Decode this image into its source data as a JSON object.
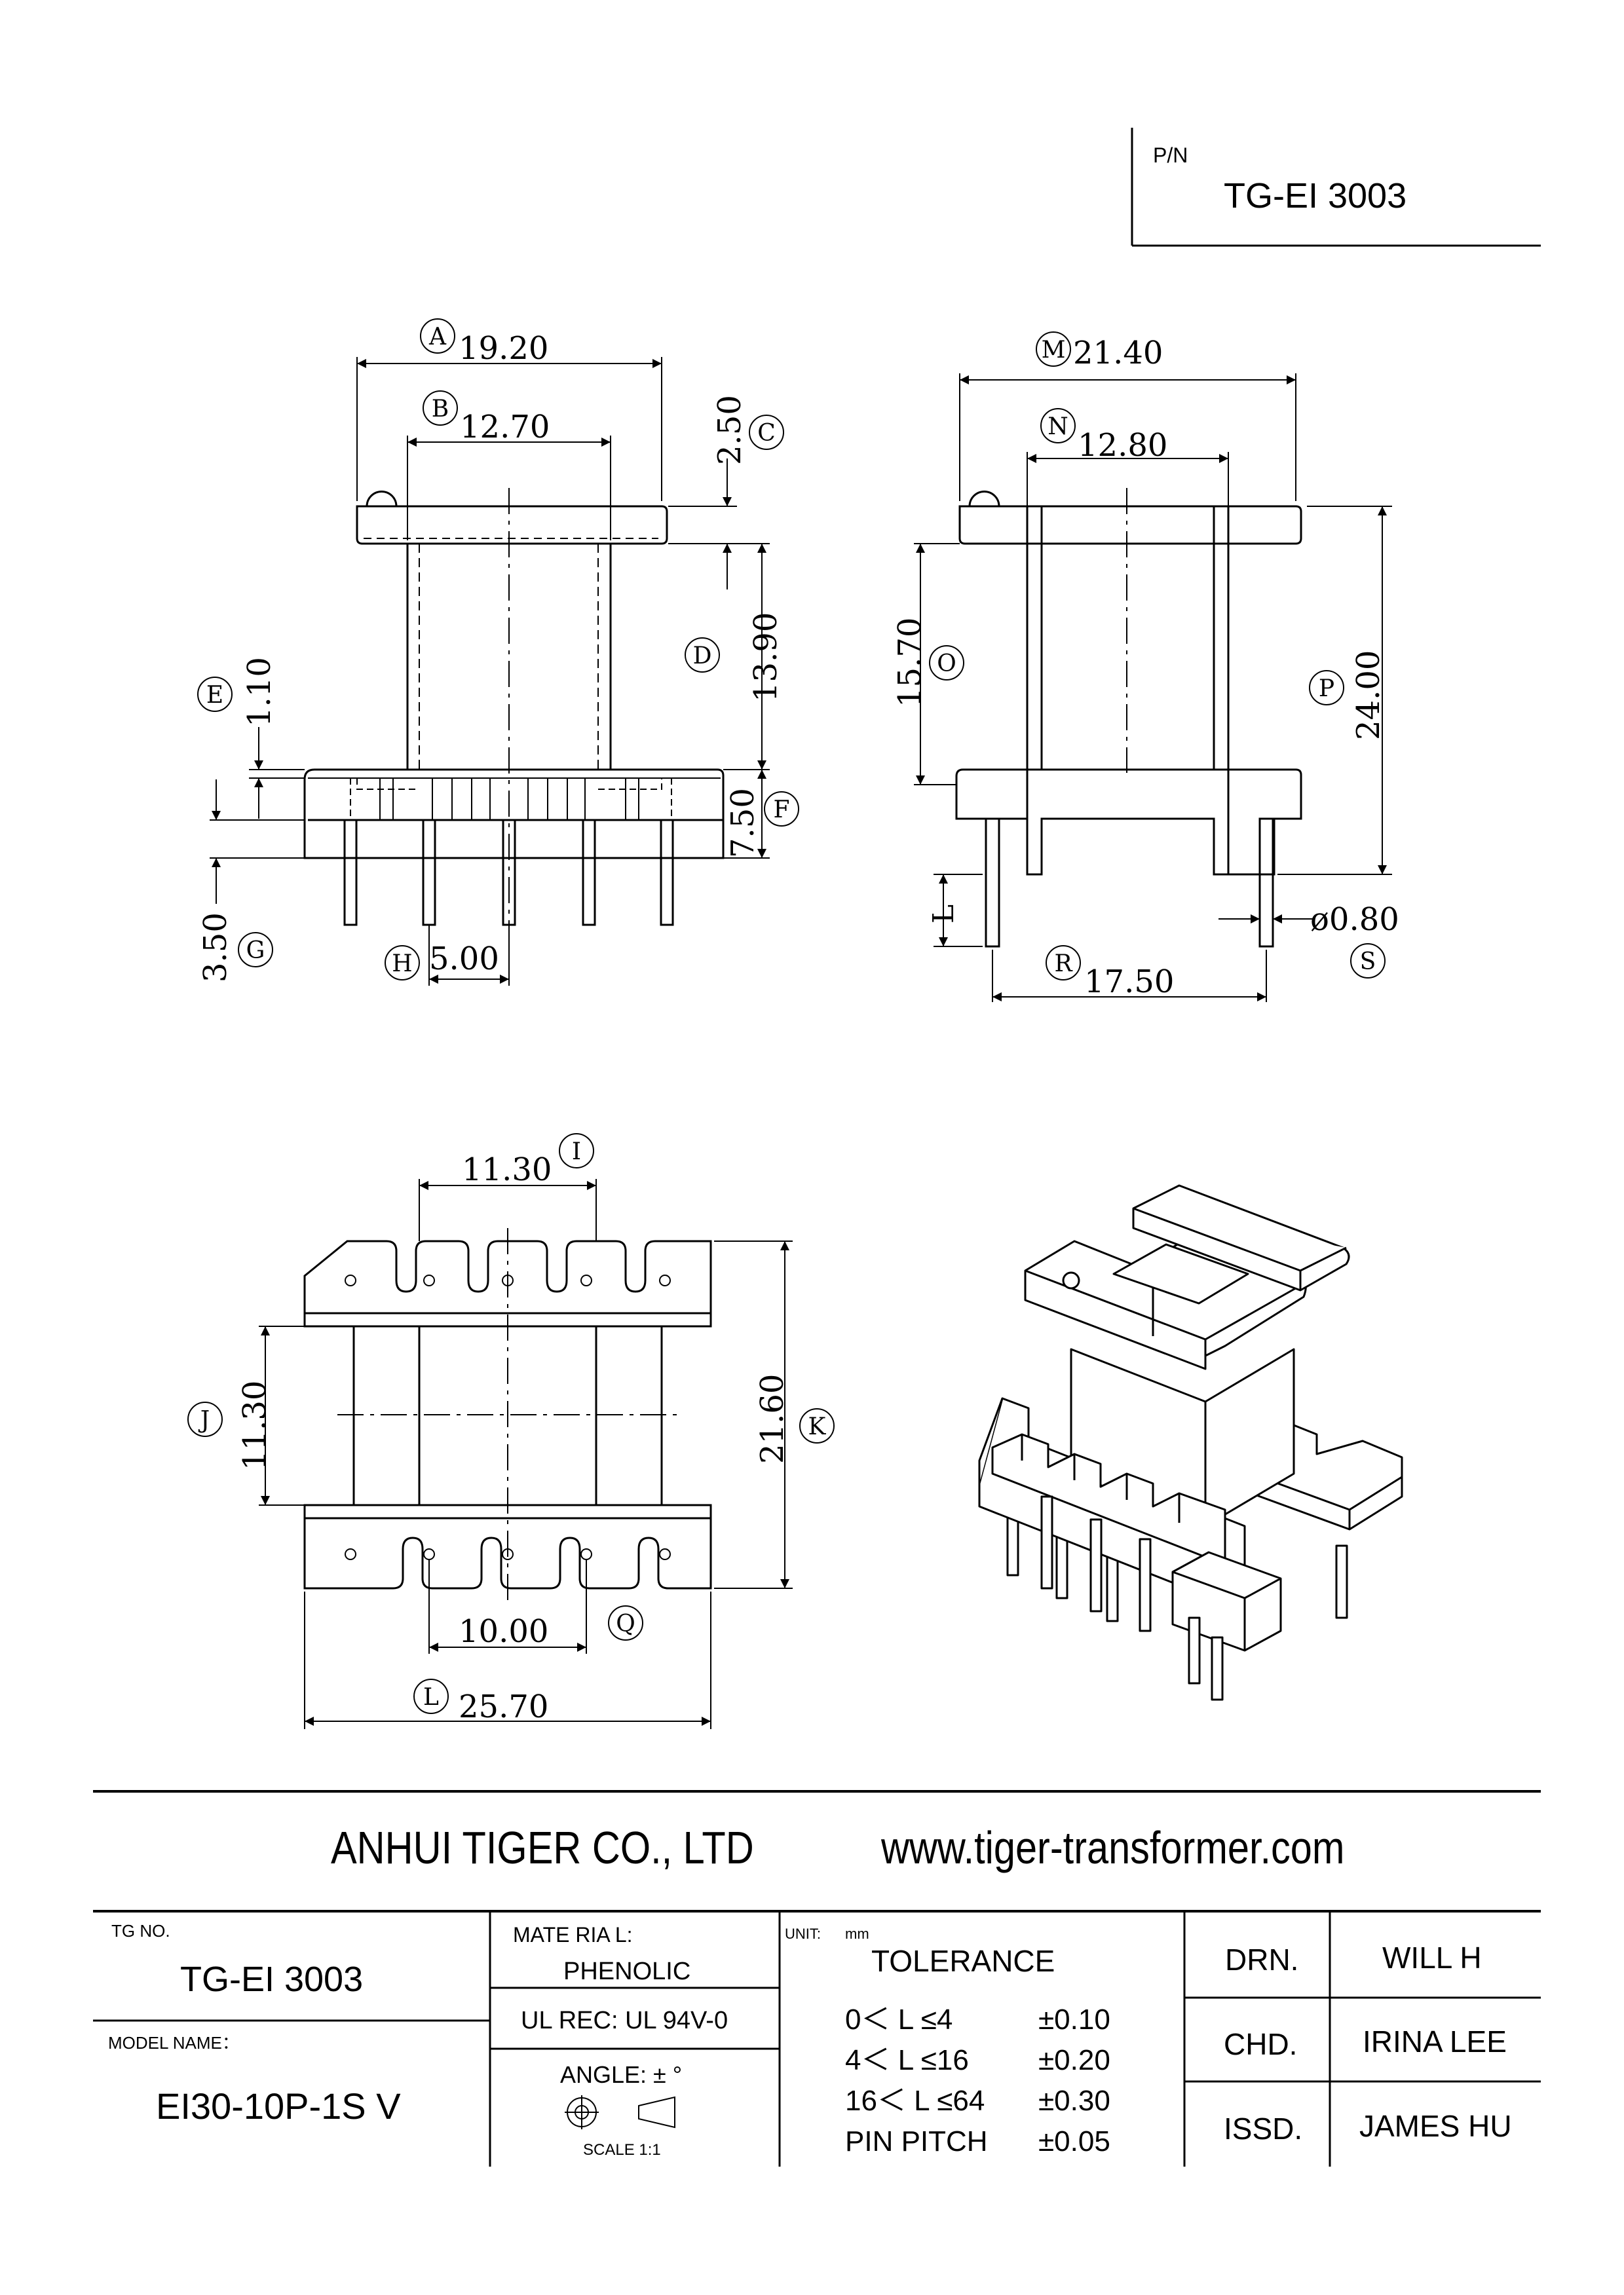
{
  "title_block": {
    "pn_label": "P/N",
    "pn_value": "TG-EI 3003",
    "company": "ANHUI TIGER CO., LTD",
    "website": "www.tiger-transformer.com",
    "tg_no_label": "TG NO.",
    "tg_no_value": "TG-EI 3003",
    "model_label": "MODEL NAME：",
    "model_value": "EI30-10P-1S V",
    "material_label": "MATE RIA L:",
    "material_value": "PHENOLIC",
    "ul_rec": "UL REC:  UL 94V-0",
    "angle": "ANGLE:   ±  °",
    "scale": "SCALE  1:1",
    "unit_label": "UNIT:",
    "unit_value": "mm",
    "tolerance_title": "TOLERANCE",
    "tolerances": [
      {
        "range": "0＜ L ≤4",
        "tol": "±0.10"
      },
      {
        "range": "4＜ L ≤16",
        "tol": "±0.20"
      },
      {
        "range": "16＜ L ≤64",
        "tol": "±0.30"
      },
      {
        "range": "PIN PITCH",
        "tol": "±0.05"
      }
    ],
    "drn_label": "DRN.",
    "drn_value": "WILL H",
    "chd_label": "CHD.",
    "chd_value": "IRINA LEE",
    "issd_label": "ISSD.",
    "issd_value": "JAMES HU"
  },
  "dimensions": {
    "A": "19.20",
    "B": "12.70",
    "C": "2.50",
    "D": "13.90",
    "E": "1.10",
    "F": "7.50",
    "G": "3.50",
    "H": "5.00",
    "M": "21.40",
    "N": "12.80",
    "O": "15.70",
    "P": "24.00",
    "L_pin": "L",
    "R": "17.50",
    "S": "ø0.80",
    "I": "11.30",
    "J": "11.30",
    "K": "21.60",
    "Q": "10.00",
    "L": "25.70"
  },
  "labels": {
    "A": "A",
    "B": "B",
    "C": "C",
    "D": "D",
    "E": "E",
    "F": "F",
    "G": "G",
    "H": "H",
    "M": "M",
    "N": "N",
    "O": "O",
    "P": "P",
    "R": "R",
    "S": "S",
    "I": "I",
    "J": "J",
    "K": "K",
    "L": "L",
    "Q": "Q"
  }
}
